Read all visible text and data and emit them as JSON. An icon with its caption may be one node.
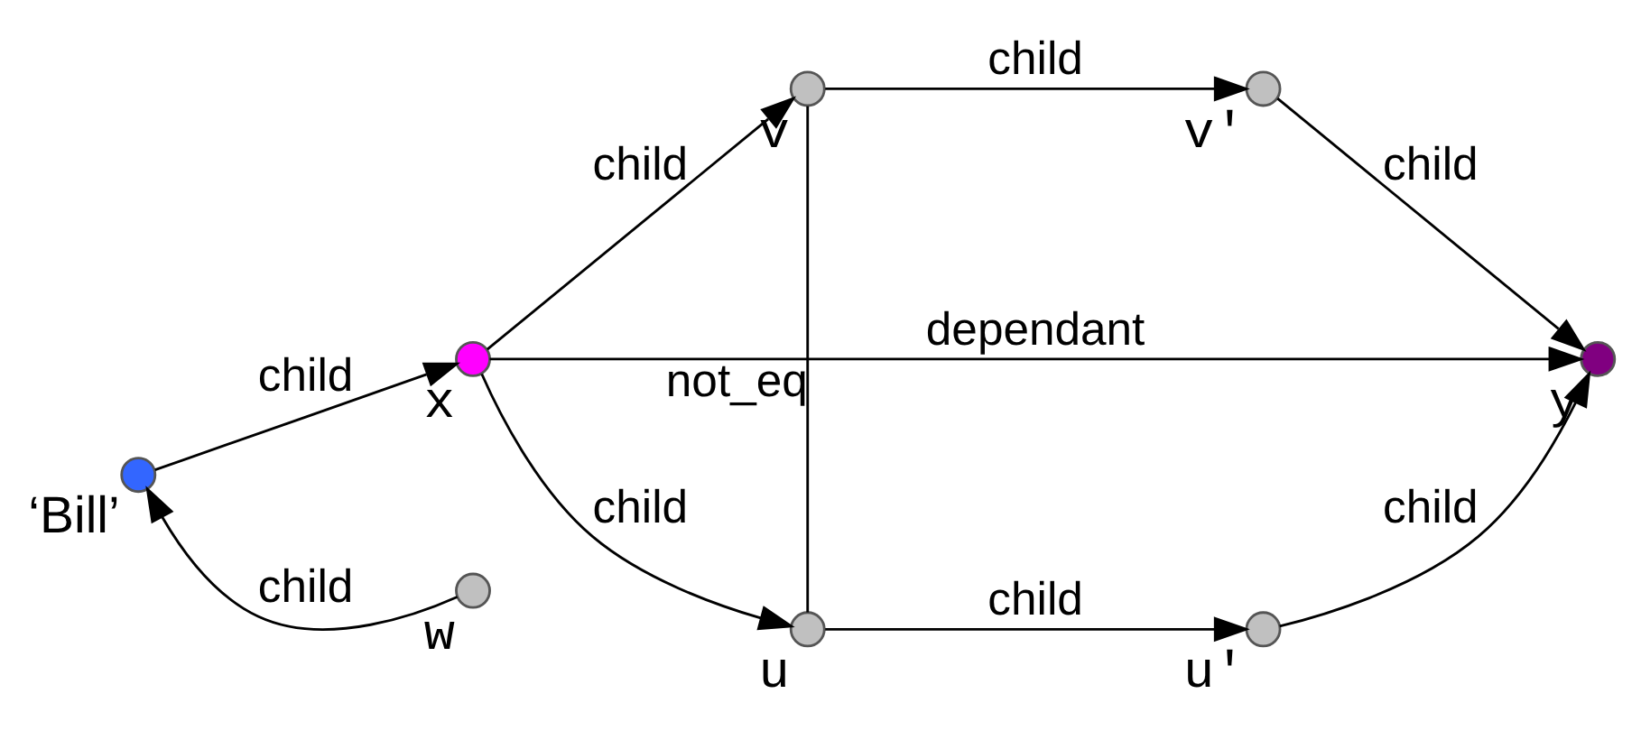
{
  "diagram": {
    "nodes": [
      {
        "text": [],
        "shape": "circle",
        "beside": [
          "‘Bill’"
        ]
      },
      {
        "text": [],
        "shape": "circle",
        "beside": [
          "x"
        ]
      },
      {
        "text": [],
        "shape": "circle",
        "beside": [
          "v"
        ]
      },
      {
        "text": [],
        "shape": "circle",
        "beside": [
          "v'"
        ]
      },
      {
        "text": [],
        "shape": "circle",
        "beside": [
          "y"
        ]
      },
      {
        "text": [],
        "shape": "circle",
        "beside": [
          "w"
        ]
      },
      {
        "text": [],
        "shape": "circle",
        "beside": [
          "u"
        ]
      },
      {
        "text": [],
        "shape": "circle",
        "beside": [
          "u'"
        ]
      }
    ],
    "edges": [
      {
        "from": 5,
        "to": 0,
        "arrow": "to",
        "label": "child"
      },
      {
        "from": 0,
        "to": 1,
        "arrow": "to",
        "label": "child"
      },
      {
        "from": 1,
        "to": 2,
        "arrow": "to",
        "label": "child"
      },
      {
        "from": 2,
        "to": 3,
        "arrow": "to",
        "label": "child"
      },
      {
        "from": 3,
        "to": 4,
        "arrow": "to",
        "label": "child"
      },
      {
        "from": 1,
        "to": 4,
        "arrow": "to",
        "label": "dependant"
      },
      {
        "from": 1,
        "to": 6,
        "arrow": "to",
        "label": "child"
      },
      {
        "from": 6,
        "to": 7,
        "arrow": "to",
        "label": "child"
      },
      {
        "from": 7,
        "to": 4,
        "arrow": "to",
        "label": "child"
      },
      {
        "from": 2,
        "to": 6,
        "arrow": "none",
        "label": "not_eq"
      }
    ]
  }
}
